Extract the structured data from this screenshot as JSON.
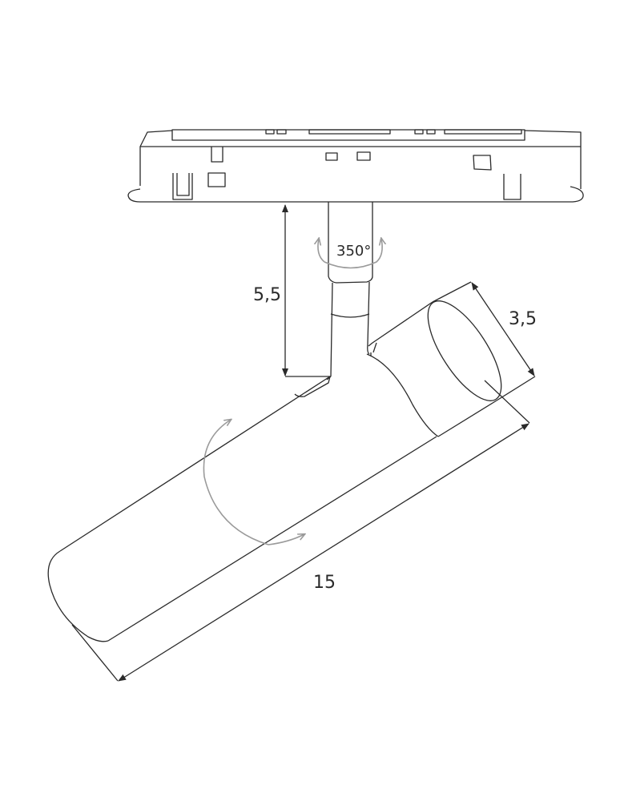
{
  "dimensions": {
    "height_label": "5,5",
    "rotation_label": "350°",
    "diameter_label": "3,5",
    "length_label": "15"
  },
  "colors": {
    "line": "#2a2a2a",
    "rotation_arrow": "#9a9a9a"
  }
}
